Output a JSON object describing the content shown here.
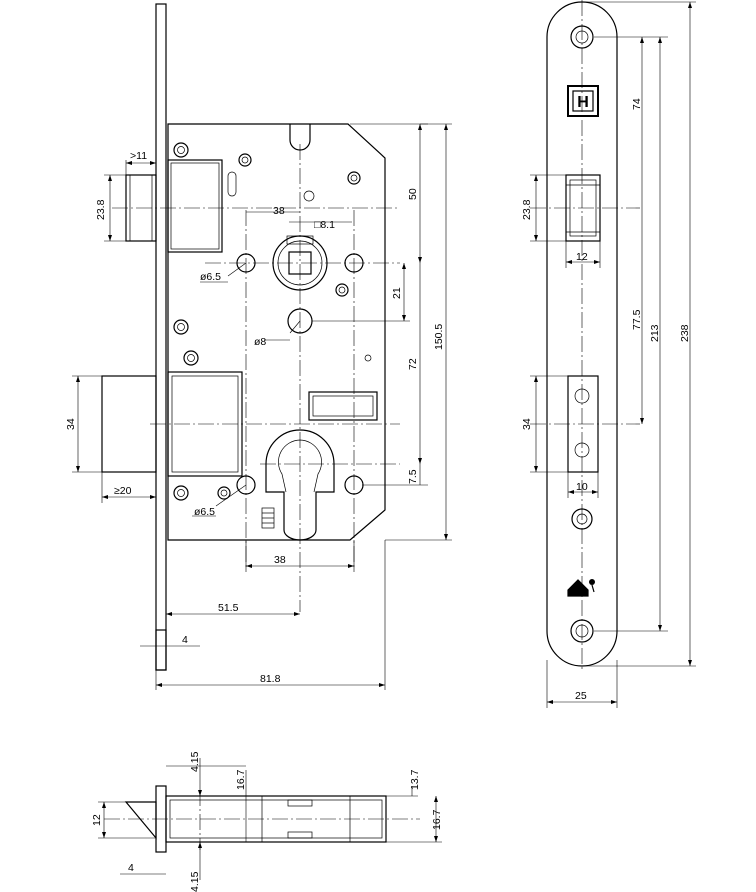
{
  "drawing": {
    "front_view": {
      "dims": {
        "cam_projection": ">11",
        "cam_height": "23.8",
        "spindle_offset": "38",
        "square_spindle": "□8.1",
        "hole_left_top": "ø6.5",
        "spindle_to_top": "50",
        "spindle_to_mid": "21",
        "hole_mid": "ø8",
        "spindle_to_cylinder": "72",
        "overall_body": "150.5",
        "latch_height": "34",
        "bolt_projection": "≥20",
        "hole_left_bottom": "ø6.5",
        "cylinder_offset": "7.5",
        "cylinder_spacing": "38",
        "backset": "51.5",
        "faceplate_thickness": "4",
        "body_depth": "81.8"
      }
    },
    "side_view": {
      "dims": {
        "cam_height": "23.8",
        "cam_width": "12",
        "top_hole_to_spindle": "74",
        "spindle_to_latch": "77.5",
        "hole_to_hole": "213",
        "faceplate_length": "238",
        "bolt_height": "34",
        "bolt_width": "10",
        "faceplate_width": "25"
      },
      "logo_letter": "H",
      "logo_icon": "house-with-key-icon"
    },
    "bottom_view": {
      "dims": {
        "top_offset": "4.15",
        "inner_width": "16.7",
        "right_top": "13.7",
        "bolt_thickness": "12",
        "right_height": "16.7",
        "faceplate_thickness": "4",
        "bottom_offset": "4.15"
      }
    }
  }
}
